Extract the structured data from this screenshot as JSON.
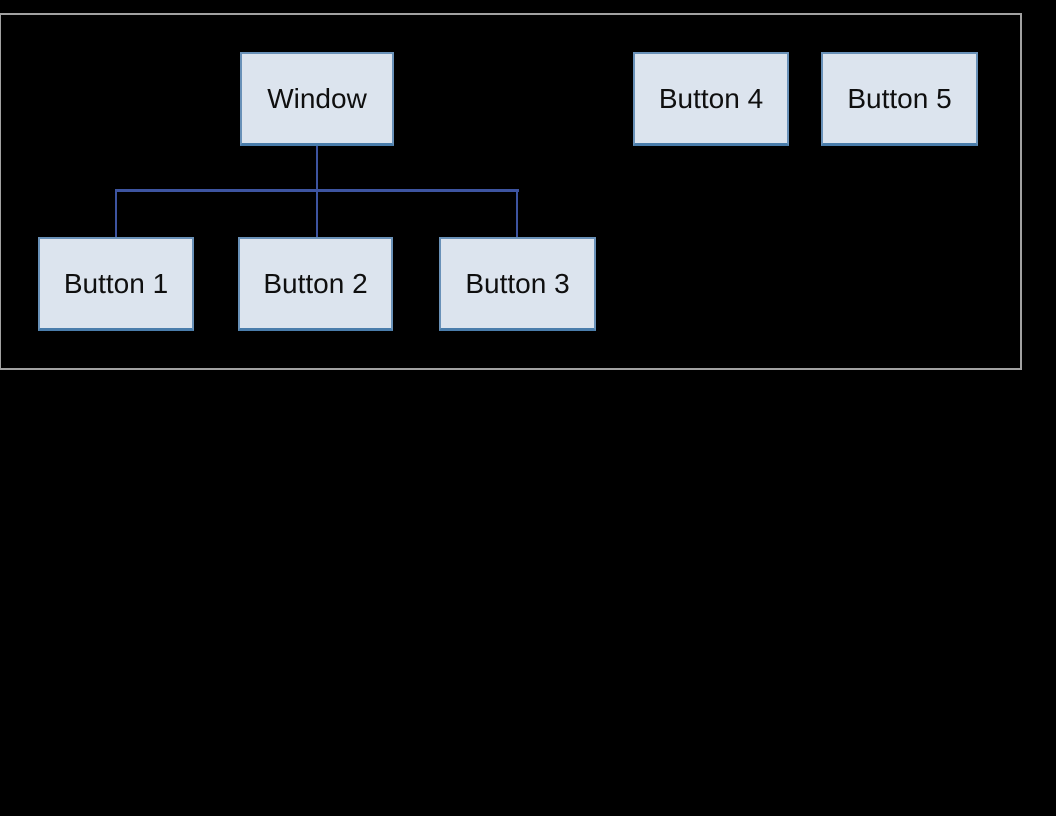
{
  "diagram": {
    "nodes": [
      {
        "id": "window",
        "label": "Window"
      },
      {
        "id": "button-4",
        "label": "Button 4"
      },
      {
        "id": "button-5",
        "label": "Button 5"
      },
      {
        "id": "button-1",
        "label": "Button 1"
      },
      {
        "id": "button-2",
        "label": "Button 2"
      },
      {
        "id": "button-3",
        "label": "Button 3"
      }
    ],
    "edges": [
      {
        "from": "Window",
        "to": "Button 1"
      },
      {
        "from": "Window",
        "to": "Button 2"
      },
      {
        "from": "Window",
        "to": "Button 3"
      }
    ],
    "colors": {
      "background": "#000000",
      "frame_border": "#a2a2a2",
      "node_fill": "#dce4ee",
      "node_border": "#6991b8",
      "node_shadow": "#4a7dab",
      "connector": "#3d54a0",
      "text": "#0f0f0f"
    }
  }
}
